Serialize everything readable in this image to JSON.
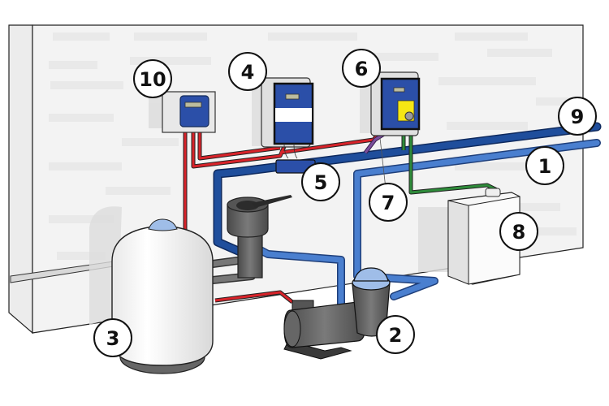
{
  "diagram": {
    "title": "Pool equipment installation diagram",
    "colors": {
      "wall": "#f2f2f2",
      "brick": "#e6e6e6",
      "pipe_dark_blue": "#1f4e9c",
      "pipe_light_blue": "#4a7fcf",
      "electric_red": "#d8232a",
      "chemical_green": "#2e8b3a",
      "probe_purple": "#7b4f9d",
      "device_blue": "#2b4fa8",
      "equipment_grey": "#5a5a5a",
      "display_yellow": "#f5e614"
    },
    "callouts": [
      {
        "id": "1",
        "label": "1",
        "component": "return-pipe"
      },
      {
        "id": "2",
        "label": "2",
        "component": "pump-with-prefilter"
      },
      {
        "id": "3",
        "label": "3",
        "component": "sand-filter"
      },
      {
        "id": "4",
        "label": "4",
        "component": "control-box"
      },
      {
        "id": "5",
        "label": "5",
        "component": "inline-cell"
      },
      {
        "id": "6",
        "label": "6",
        "component": "dosing-controller"
      },
      {
        "id": "7",
        "label": "7",
        "component": "probe-cable"
      },
      {
        "id": "8",
        "label": "8",
        "component": "chemical-tank"
      },
      {
        "id": "9",
        "label": "9",
        "component": "suction-pipe"
      },
      {
        "id": "10",
        "label": "10",
        "component": "electrical-panel"
      }
    ]
  }
}
